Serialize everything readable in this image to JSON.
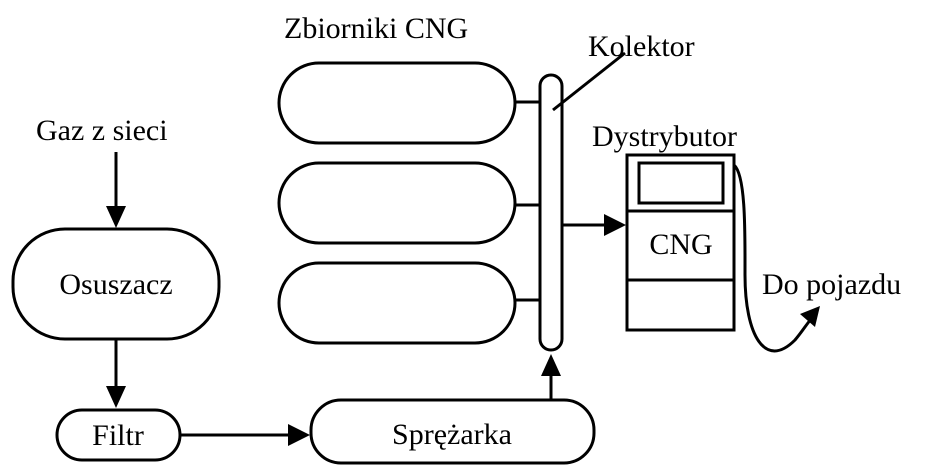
{
  "diagram": {
    "labels": {
      "tanks": "Zbiorniki CNG",
      "collector": "Kolektor",
      "gas_source": "Gaz z sieci",
      "dispenser": "Dystrybutor",
      "dryer": "Osuszacz",
      "dispenser_cng": "CNG",
      "to_vehicle": "Do pojazdu",
      "filter": "Filtr",
      "compressor": "Sprężarka"
    }
  }
}
